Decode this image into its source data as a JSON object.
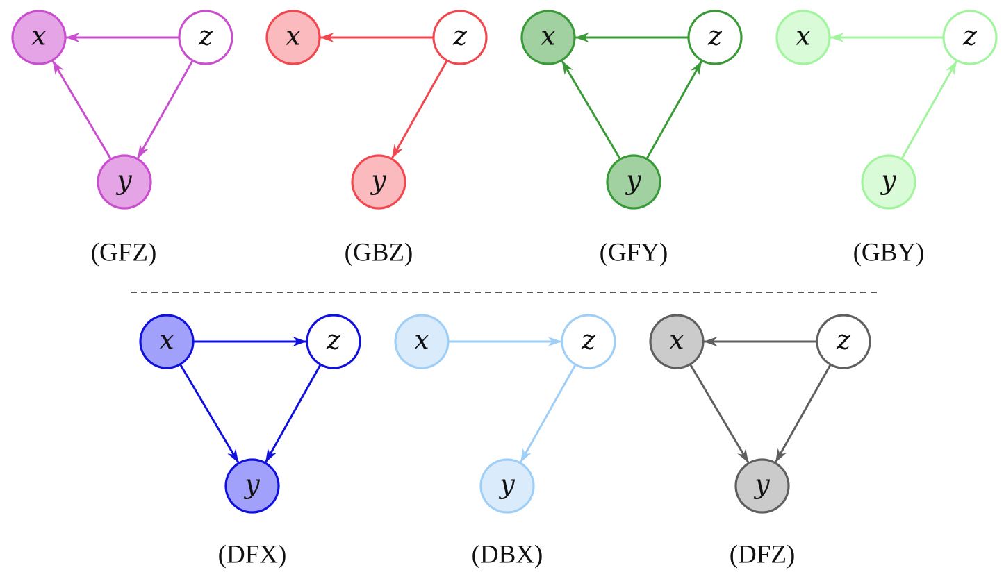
{
  "node_labels": {
    "x": "x",
    "y": "y",
    "z": "z"
  },
  "divider": {
    "style": "dashed",
    "color": "#222222"
  },
  "diagrams": [
    {
      "id": "gfz",
      "caption": "(GFZ)",
      "color": "#c94fce",
      "filled": [
        "x",
        "y"
      ],
      "fill": "#e4a4e6",
      "edges": [
        [
          "z",
          "x"
        ],
        [
          "z",
          "y"
        ],
        [
          "y",
          "x"
        ]
      ]
    },
    {
      "id": "gbz",
      "caption": "(GBZ)",
      "color": "#f2474f",
      "filled": [
        "x",
        "y"
      ],
      "fill": "#fbbabd",
      "edges": [
        [
          "z",
          "x"
        ],
        [
          "z",
          "y"
        ]
      ]
    },
    {
      "id": "gfy",
      "caption": "(GFY)",
      "color": "#3a9a38",
      "filled": [
        "x",
        "y"
      ],
      "fill": "#a1d1a0",
      "edges": [
        [
          "z",
          "x"
        ],
        [
          "y",
          "x"
        ],
        [
          "y",
          "z"
        ]
      ]
    },
    {
      "id": "gby",
      "caption": "(GBY)",
      "color": "#a2f49e",
      "filled": [
        "x",
        "y"
      ],
      "fill": "#dafbd8",
      "edges": [
        [
          "z",
          "x"
        ],
        [
          "y",
          "z"
        ]
      ]
    },
    {
      "id": "dfx",
      "caption": "(DFX)",
      "color": "#0f0fde",
      "filled": [
        "x",
        "y"
      ],
      "fill": "#a1a0fb",
      "edges": [
        [
          "x",
          "z"
        ],
        [
          "x",
          "y"
        ],
        [
          "z",
          "y"
        ]
      ]
    },
    {
      "id": "dbx",
      "caption": "(DBX)",
      "color": "#9fcff6",
      "filled": [
        "x",
        "y"
      ],
      "fill": "#daebfb",
      "edges": [
        [
          "x",
          "z"
        ],
        [
          "z",
          "y"
        ]
      ]
    },
    {
      "id": "dfz",
      "caption": "(DFZ)",
      "color": "#5f5f5f",
      "filled": [
        "x",
        "y"
      ],
      "fill": "#cbcbcb",
      "edges": [
        [
          "z",
          "x"
        ],
        [
          "x",
          "y"
        ],
        [
          "z",
          "y"
        ]
      ]
    }
  ]
}
